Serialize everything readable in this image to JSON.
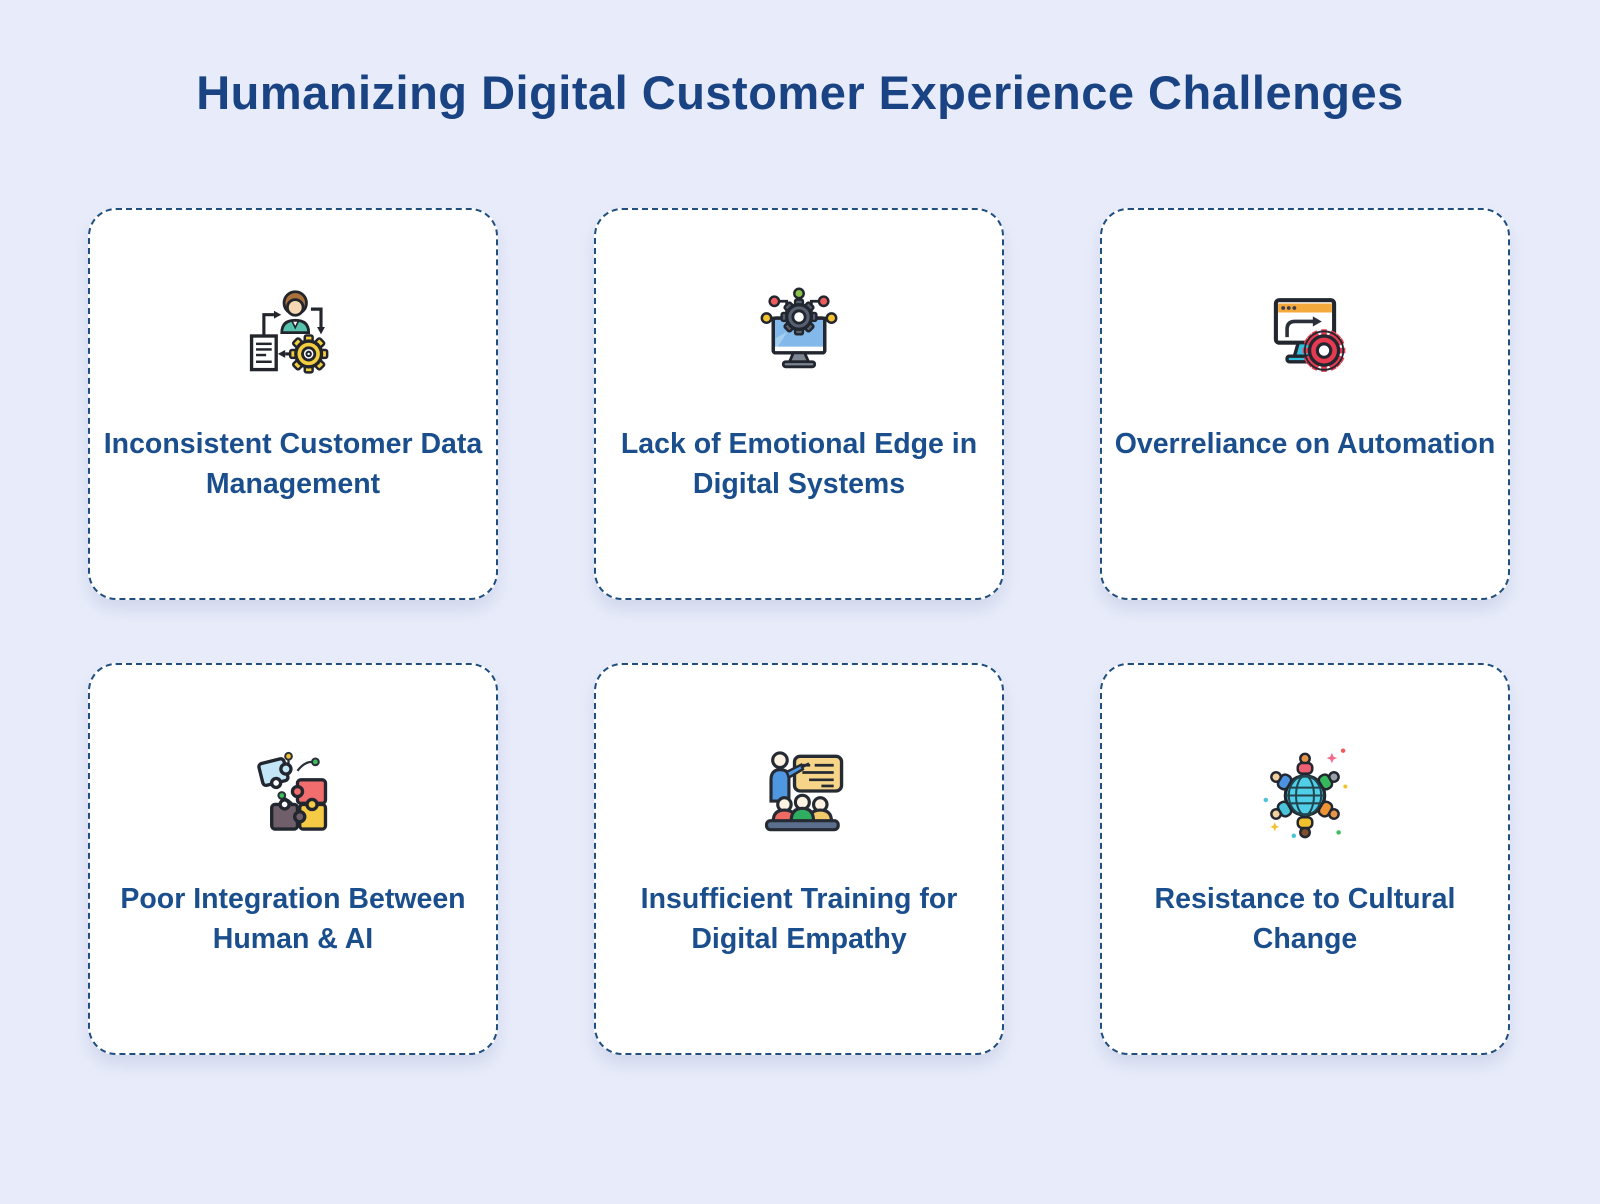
{
  "page": {
    "title": "Humanizing Digital Customer Experience Challenges",
    "background_color": "#e8ecfa",
    "title_color": "#1a4384",
    "card_style": {
      "background_color": "#ffffff",
      "border_color": "#1f4e7f",
      "border_style": "dashed",
      "text_color": "#1b4e8c"
    }
  },
  "cards": [
    {
      "label": "Inconsistent Customer Data Management",
      "icon": "customer-data-cycle-icon"
    },
    {
      "label": "Lack of Emotional Edge in Digital Systems",
      "icon": "system-gear-network-icon"
    },
    {
      "label": "Overreliance on Automation",
      "icon": "automation-browser-gear-icon"
    },
    {
      "label": "Poor Integration Between Human & AI",
      "icon": "human-ai-puzzle-icon"
    },
    {
      "label": "Insufficient Training for Digital Empathy",
      "icon": "empathy-training-presentation-icon"
    },
    {
      "label": "Resistance to Cultural Change",
      "icon": "cultural-change-globe-icon"
    }
  ]
}
